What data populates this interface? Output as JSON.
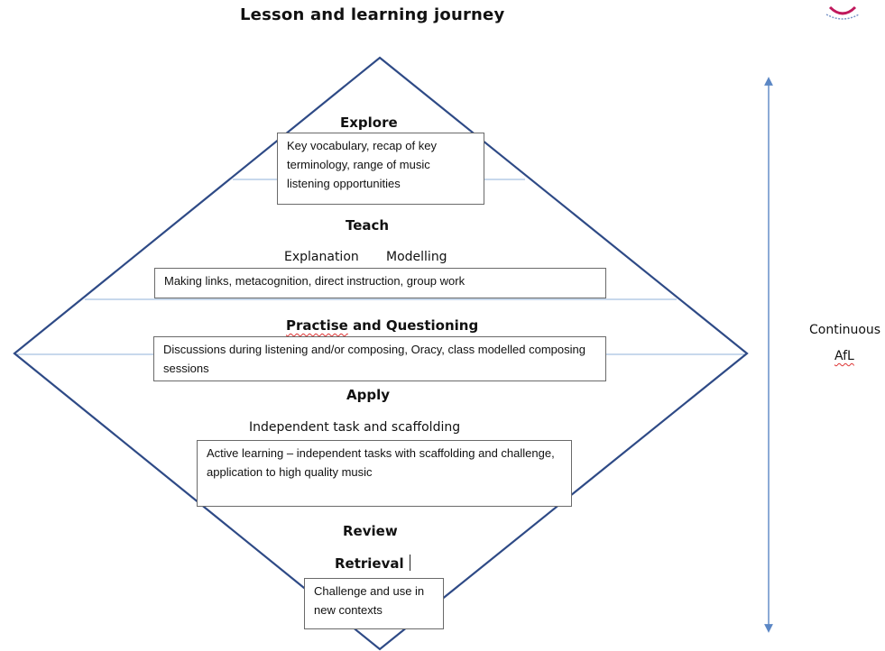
{
  "title": "Lesson and learning journey",
  "logo_icon": "school-crest-icon",
  "colors": {
    "diamond": "#2e4a86",
    "arrow": "#5b87c5",
    "divider": "#8fb1d9",
    "spellcheck": "#d33333"
  },
  "sections": {
    "explore": {
      "heading": "Explore",
      "box": "Key vocabulary, recap of key terminology, range of music listening opportunities"
    },
    "teach": {
      "heading": "Teach",
      "sub_left": "Explanation",
      "sub_right": "Modelling",
      "box": "Making links, metacognition, direct instruction, group work"
    },
    "practise": {
      "heading_word1": "Practise",
      "heading_rest": "and Questioning",
      "box": "Discussions during listening and/or composing, Oracy, class modelled composing sessions"
    },
    "apply": {
      "heading": "Apply",
      "sub": "Independent task and scaffolding",
      "box": "Active learning – independent tasks with scaffolding and challenge, application to high quality music"
    },
    "review": {
      "heading": "Review",
      "sub": "Retrieval",
      "box": "Challenge and use in new contexts"
    }
  },
  "side_label": {
    "line1": "Continuous",
    "line2": "AfL"
  }
}
